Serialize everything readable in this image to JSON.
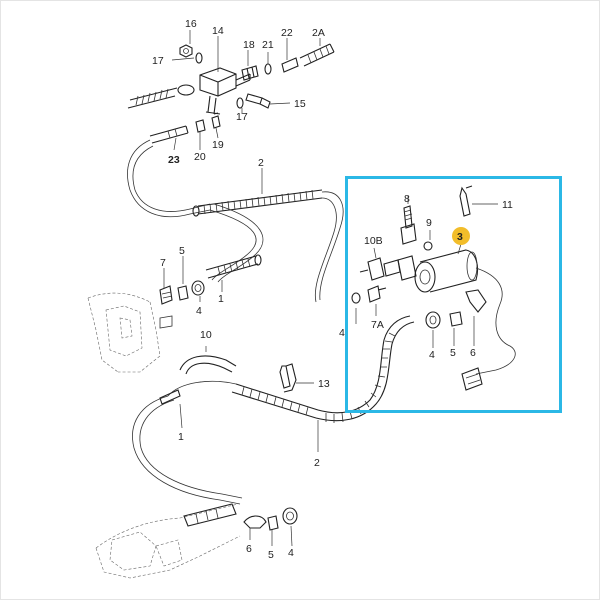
{
  "diagram": {
    "highlight_color": "#2bb8e6",
    "badge_color": "#f2bd2a",
    "labels": {
      "l16": "16",
      "l14": "14",
      "l18": "18",
      "l21": "21",
      "l22": "22",
      "l2A": "2A",
      "l17a": "17",
      "l17b": "17",
      "l15": "15",
      "l23": "23",
      "l20": "20",
      "l19": "19",
      "l2a": "2",
      "l2b": "2",
      "l5a": "5",
      "l7a": "7",
      "l4a": "4",
      "l1a": "1",
      "l8": "8",
      "l9": "9",
      "l10B": "10B",
      "l11": "11",
      "l3": "3",
      "l4b": "4",
      "l7A": "7A",
      "l4c": "4",
      "l5b": "5",
      "l6a": "6",
      "l10": "10",
      "l13": "13",
      "l1b": "1",
      "l6b": "6",
      "l5c": "5",
      "l4d": "4"
    }
  }
}
